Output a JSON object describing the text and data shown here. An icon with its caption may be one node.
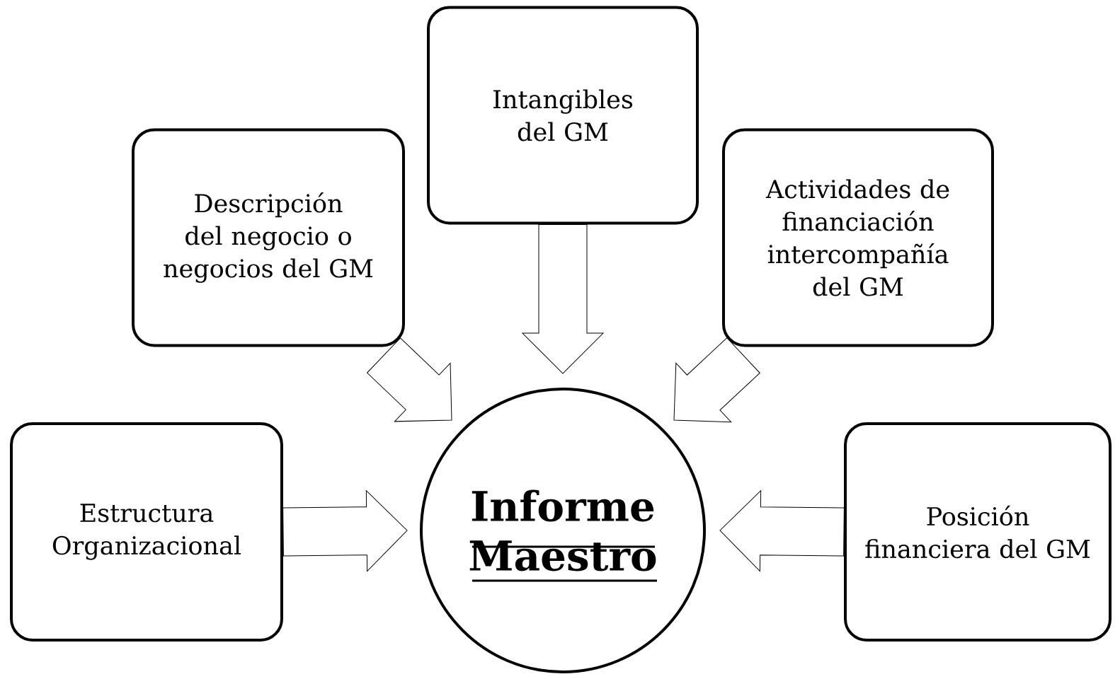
{
  "diagram": {
    "nodes": [
      {
        "text": [
          "Intangibles del GM"
        ]
      },
      {
        "text": [
          "Descripción del negocio o negocios del GM"
        ]
      },
      {
        "text": [
          "Actividades de financiación intercompañía del GM"
        ]
      },
      {
        "text": [
          "Estructura Organizacional"
        ]
      },
      {
        "text": [
          "Informe Maestro"
        ]
      },
      {
        "text": [
          "Posición financiera del GM"
        ]
      }
    ],
    "edges": [
      {
        "from": 0,
        "to": 4,
        "arrow": "to"
      },
      {
        "from": 1,
        "to": 4,
        "arrow": "to"
      },
      {
        "from": 2,
        "to": 4,
        "arrow": "to"
      },
      {
        "from": 3,
        "to": 4,
        "arrow": "to"
      },
      {
        "from": 5,
        "to": 4,
        "arrow": "to"
      }
    ]
  }
}
